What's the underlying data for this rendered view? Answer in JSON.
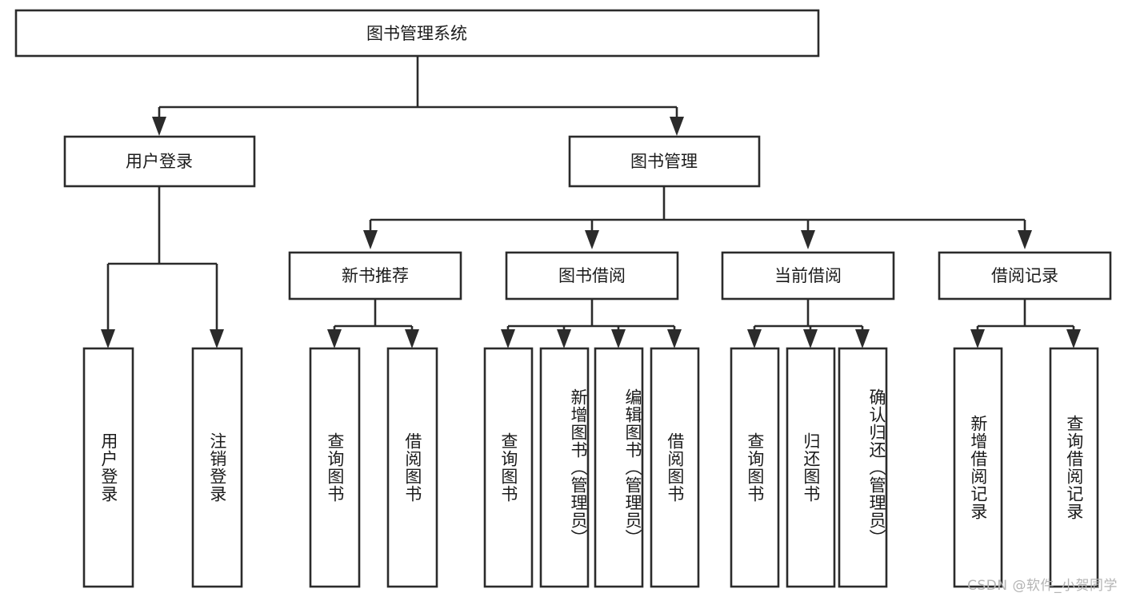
{
  "diagram": {
    "type": "tree-hierarchy-chart",
    "title": "图书管理系统",
    "root": {
      "id": "root",
      "label": "图书管理系统"
    },
    "level2": [
      {
        "id": "user-login",
        "label": "用户登录"
      },
      {
        "id": "book-management",
        "label": "图书管理"
      }
    ],
    "level3": [
      {
        "id": "new-book-recommend",
        "label": "新书推荐",
        "parent": "book-management"
      },
      {
        "id": "book-borrow",
        "label": "图书借阅",
        "parent": "book-management"
      },
      {
        "id": "current-borrow",
        "label": "当前借阅",
        "parent": "book-management"
      },
      {
        "id": "borrow-record",
        "label": "借阅记录",
        "parent": "book-management"
      }
    ],
    "leaves": {
      "user-login": [
        {
          "id": "leaf-user-login",
          "label": "用户登录"
        },
        {
          "id": "leaf-user-logout",
          "label": "注销登录"
        }
      ],
      "new-book-recommend": [
        {
          "id": "leaf-query-book-1",
          "label": "查询图书"
        },
        {
          "id": "leaf-borrow-book-1",
          "label": "借阅图书"
        }
      ],
      "book-borrow": [
        {
          "id": "leaf-query-book-2",
          "label": "查询图书"
        },
        {
          "id": "leaf-add-book",
          "label": "新增图书（管理员）"
        },
        {
          "id": "leaf-edit-book",
          "label": "编辑图书（管理员）"
        },
        {
          "id": "leaf-borrow-book-2",
          "label": "借阅图书"
        }
      ],
      "current-borrow": [
        {
          "id": "leaf-query-book-3",
          "label": "查询图书"
        },
        {
          "id": "leaf-return-book",
          "label": "归还图书"
        },
        {
          "id": "leaf-confirm-return",
          "label": "确认归还（管理员）"
        }
      ],
      "borrow-record": [
        {
          "id": "leaf-add-record",
          "label": "新增借阅记录"
        },
        {
          "id": "leaf-query-record",
          "label": "查询借阅记录"
        }
      ]
    },
    "colors": {
      "stroke": "#2b2b2b",
      "fill": "#ffffff",
      "text": "#1b1b1b",
      "watermark": "#b4b4b4"
    }
  },
  "watermark": {
    "text": "CSDN @软件_小贺同学"
  }
}
